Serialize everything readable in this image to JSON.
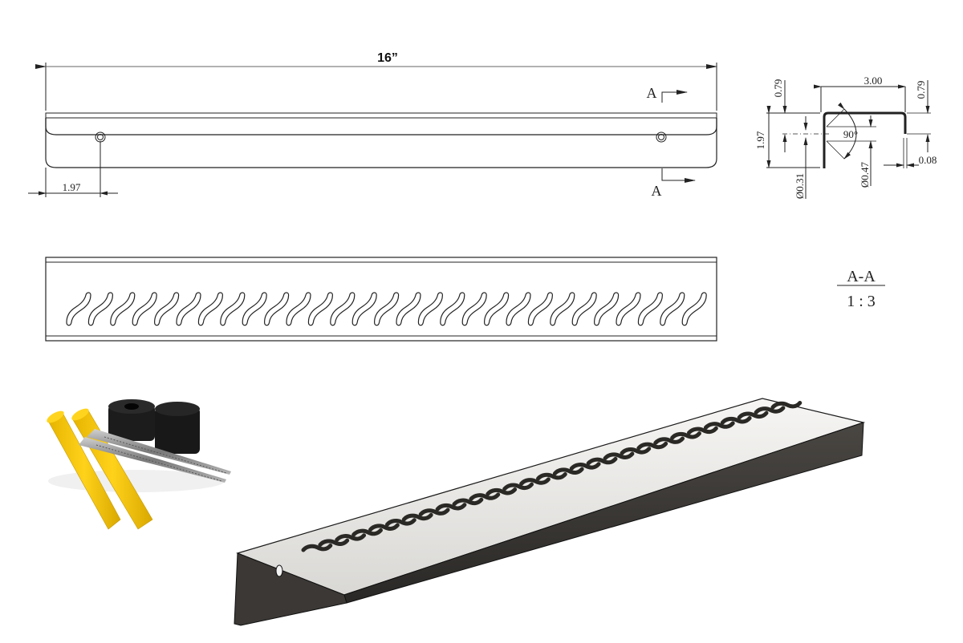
{
  "drawing": {
    "overall_length_label": "16”",
    "hole_offset_label": "1.97",
    "section_marker_top": "A",
    "section_marker_bottom": "A",
    "section": {
      "width_label": "3.00",
      "height_label": "1.97",
      "left_offset_label": "0.79",
      "right_offset_label": "0.79",
      "hole_diameter_label": "Ø0.31",
      "counterbore_diameter_label": "Ø0.47",
      "thickness_label": "0.08",
      "angle_label": "90°"
    },
    "section_title": "A-A",
    "section_scale": "1 : 3",
    "slot_count": 29
  },
  "colors": {
    "line": "#222222",
    "steel_top": "#ececea",
    "steel_front": "#3a3734",
    "anchor_yellow": "#f2c200",
    "spacer_black": "#1c1c1c",
    "screw": "#9a9a9a"
  }
}
